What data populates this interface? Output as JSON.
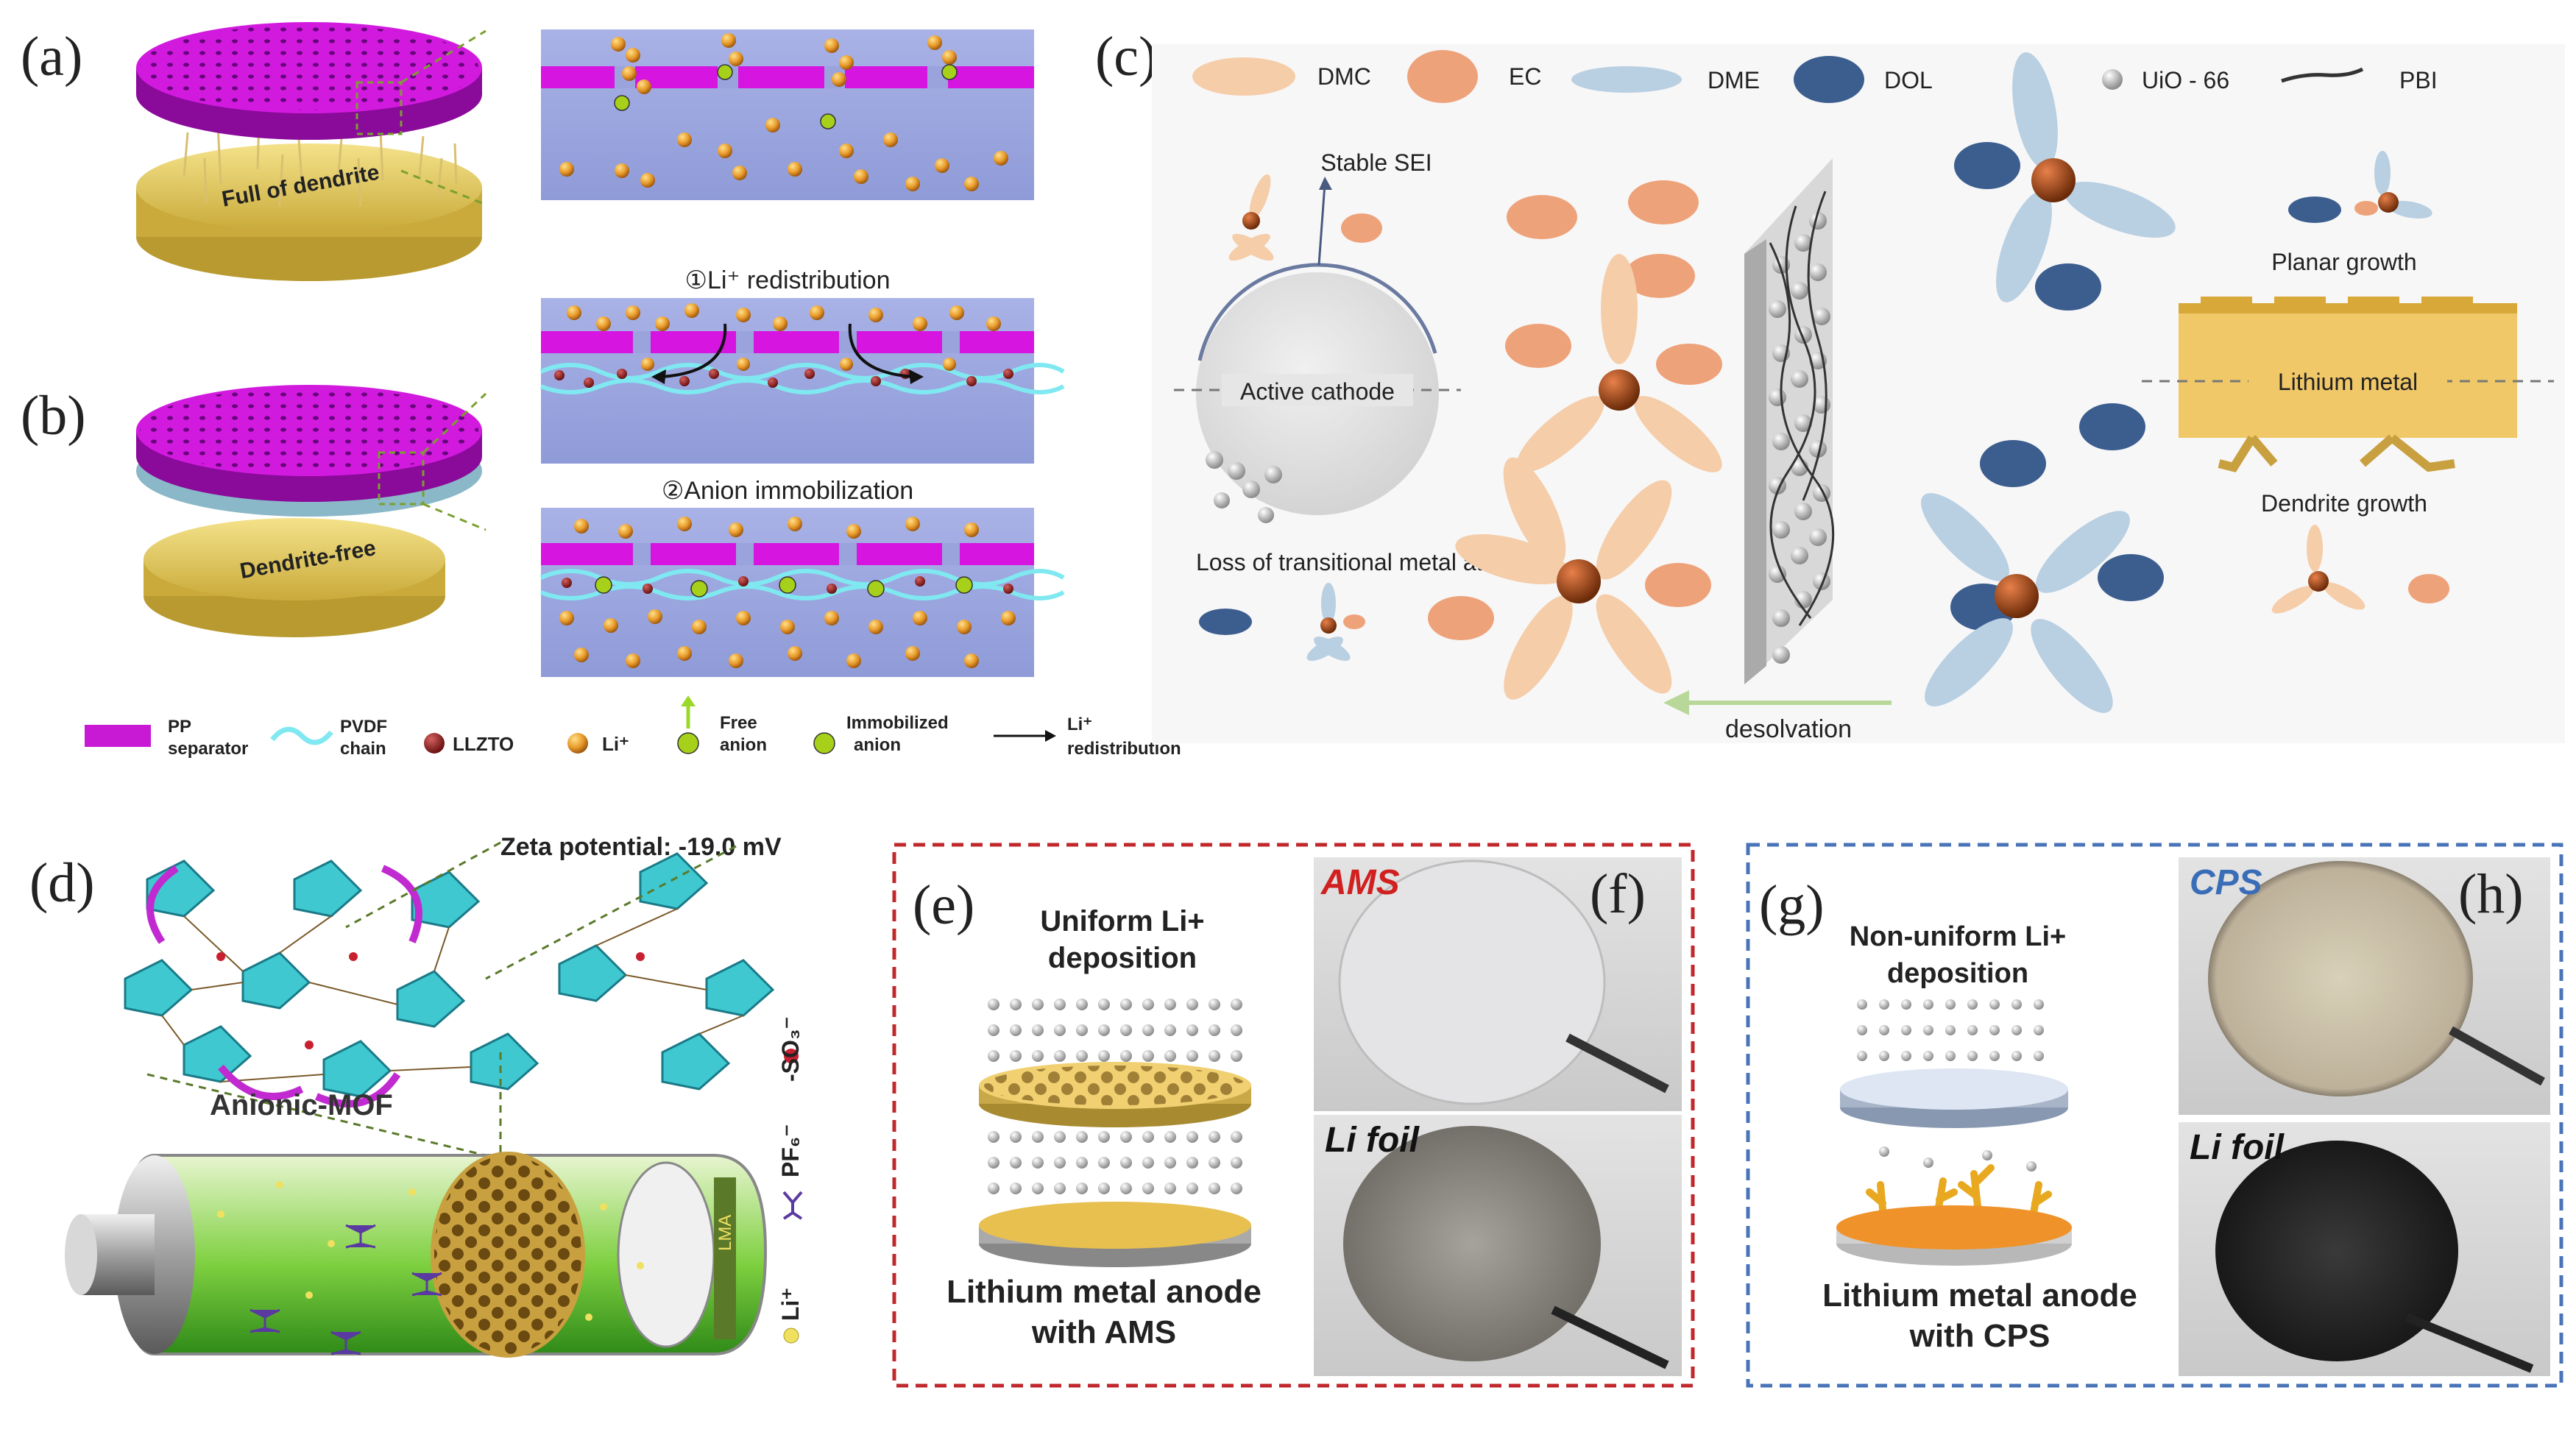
{
  "panels": {
    "a": "(a)",
    "b": "(b)",
    "c": "(c)",
    "d": "(d)",
    "e": "(e)",
    "f": "(f)",
    "g": "(g)",
    "h": "(h)"
  },
  "panel_ab": {
    "disk_top_label": "Full of dendrite",
    "disk_bottom_label": "Dendrite-free",
    "step1": "①Li⁺ redistribution",
    "step2": "②Anion immobilization",
    "legend": {
      "pp": "PP separator",
      "pvdf": "PVDF chain",
      "llzto": "LLZTO",
      "li": "Li⁺",
      "free_anion": "Free anion",
      "immobilized_anion": "Immobilized anion",
      "li_redistribution": "Li⁺ redistribution"
    }
  },
  "panel_c": {
    "legend": {
      "dmc": "DMC",
      "ec": "EC",
      "dme": "DME",
      "dol": "DOL",
      "uio": "UiO - 66",
      "pbi": "PBI"
    },
    "stable_sei": "Stable SEI",
    "active_cathode": "Active cathode",
    "loss_tm": "Loss of transitional metal atoms",
    "planar_growth": "Planar growth",
    "lithium_metal": "Lithium metal",
    "dendrite_growth": "Dendrite growth",
    "desolvation": "desolvation",
    "colors": {
      "dmc": "#f5cda9",
      "ec": "#eea27a",
      "dme": "#b9cfe2",
      "dol": "#3c5e8f",
      "metal": "#e8c060"
    }
  },
  "panel_d": {
    "zeta": "Zeta potential: -19.0 mV",
    "anionic_mof": "Anionic-MOF",
    "so3": "-SO₃⁻",
    "pf6": "PF₆⁻",
    "li": "Li⁺",
    "lma": "LMA"
  },
  "panel_efgh": {
    "uniform_dep": "Uniform Li+ deposition",
    "anode_ams": "Lithium metal anode with AMS",
    "ams_label": "AMS",
    "li_foil_1": "Li foil",
    "nonuniform_dep": "Non-uniform Li+ deposition",
    "anode_cps": "Lithium metal anode with CPS",
    "cps_label": "CPS",
    "li_foil_2": "Li foil",
    "colors": {
      "red_frame": "#c0282c",
      "blue_frame": "#4a74b8",
      "ams_text": "#d02020",
      "cps_text": "#3a6db8"
    }
  }
}
